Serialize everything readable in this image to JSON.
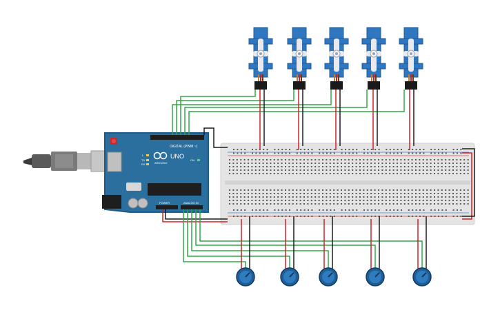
{
  "arduino": {
    "brand": "ARDUINO",
    "model": "UNO",
    "digital_label": "DIGITAL (PWM ~)",
    "power_label": "POWER",
    "analog_label": "ANALOG IN",
    "on_label": "ON",
    "tx_label": "TX",
    "rx_label": "RX",
    "l_label": "L"
  },
  "servos": [
    {
      "id": "servo-1"
    },
    {
      "id": "servo-2"
    },
    {
      "id": "servo-3"
    },
    {
      "id": "servo-4"
    },
    {
      "id": "servo-5"
    }
  ],
  "potentiometers": [
    {
      "id": "pot-1"
    },
    {
      "id": "pot-2"
    },
    {
      "id": "pot-3"
    },
    {
      "id": "pot-4"
    },
    {
      "id": "pot-5"
    }
  ],
  "colors": {
    "board": "#2b6f9e",
    "board_edge": "#1d5a85",
    "servo": "#2f78c1",
    "servo_horn": "#e9e9ee",
    "breadboard": "#e8e8e8",
    "wire_green": "#2ea844",
    "wire_red": "#d21f26",
    "wire_black": "#1a1a1a",
    "pot_body": "#1f5f95",
    "usb": "#6f6f6f"
  },
  "icons": {
    "servo": "servo-motor-icon",
    "pot": "potentiometer-icon",
    "usb": "usb-cable-icon",
    "logo": "arduino-infinity-logo"
  }
}
